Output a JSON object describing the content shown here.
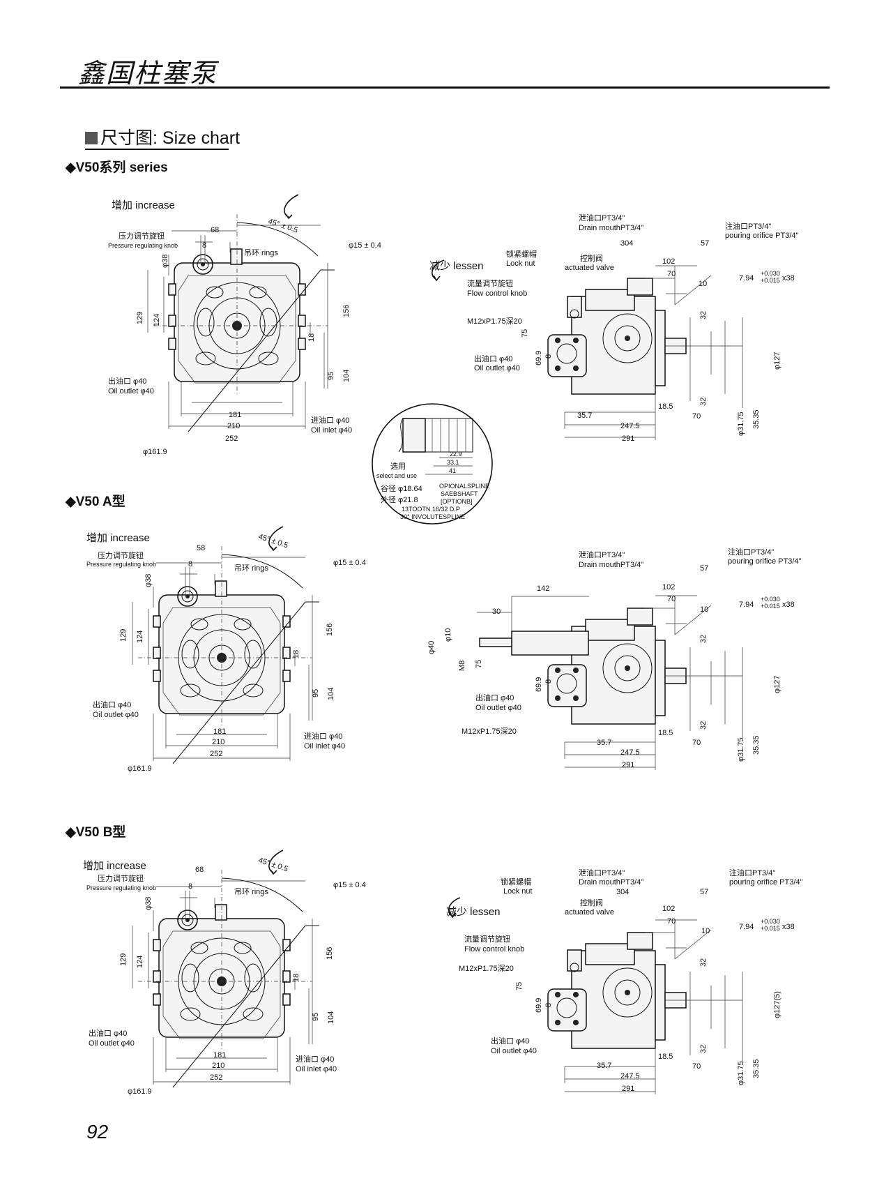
{
  "header": {
    "brand": "鑫国柱塞泵"
  },
  "section": {
    "title": "尺寸图: Size chart"
  },
  "page_number": "92",
  "blocks": [
    {
      "title": "◆V50系列 series",
      "front": {
        "increase": "增加 increase",
        "pressure_knob_cn": "压力调节旋钮",
        "pressure_knob_en": "Pressure regulating knob",
        "angle": "45° ± 0.5",
        "dim_68": "68",
        "dim_8": "8",
        "dim_38": "φ38",
        "rings": "吊环 rings",
        "shaft": "φ15 ± 0.4",
        "dim_129": "129",
        "dim_124": "124",
        "dim_156": "156",
        "dim_18": "18",
        "dim_95": "95",
        "dim_104": "104",
        "outlet_cn": "出油口 φ40",
        "outlet_en": "Oil outlet φ40",
        "inlet_cn": "进油口 φ40",
        "inlet_en": "Oil inlet φ40",
        "dim_181": "181",
        "dim_210": "210",
        "dim_252": "252",
        "dim_161": "φ161.9"
      },
      "side": {
        "drain_cn": "泄油口PT3/4\"",
        "drain_en": "Drain mouthPT3/4\"",
        "pour_cn": "注油口PT3/4\"",
        "pour_en": "pouring orifice PT3/4\"",
        "lock_cn": "锁紧螺帽",
        "lock_en": "Lock nut",
        "lessen": "减少 lessen",
        "valve_cn": "控制阀",
        "valve_en": "actuated valve",
        "flow_cn": "流量调节旋钮",
        "flow_en": "Flow control knob",
        "thread": "M12xP1.75深20",
        "outlet_cn": "出油口 φ40",
        "outlet_en": "Oil outlet φ40",
        "dim_304": "304",
        "dim_57": "57",
        "dim_102": "102",
        "dim_70": "70",
        "dim_10": "10",
        "key": "7.94",
        "key_tol_up": "+0.030",
        "key_tol_lo": "+0.015",
        "key_len": "x38",
        "dim_32a": "32",
        "dim_32b": "32",
        "dim_127": "φ127",
        "dim_75": "75",
        "dim_699": "69.9",
        "dim_8": "8",
        "dim_357": "35.7",
        "dim_2475": "247.5",
        "dim_291": "291",
        "dim_185": "18.5",
        "dim_70b": "70",
        "dim_3175": "φ31.75",
        "dim_3535": "35.35"
      }
    },
    {
      "title": "◆V50  A型",
      "front": {
        "increase": "增加 increase",
        "pressure_knob_cn": "压力调节旋钮",
        "pressure_knob_en": "Pressure regulating knob",
        "angle": "45° ± 0.5",
        "dim_68": "58",
        "dim_8": "8",
        "dim_38": "φ38",
        "rings": "吊环 rings",
        "shaft": "φ15 ± 0.4",
        "dim_129": "129",
        "dim_124": "124",
        "dim_156": "156",
        "dim_18": "18",
        "dim_95": "95",
        "dim_104": "104",
        "outlet_cn": "出油口 φ40",
        "outlet_en": "Oil outlet φ40",
        "inlet_cn": "进油口 φ40",
        "inlet_en": "Oil inlet φ40",
        "dim_181": "181",
        "dim_210": "210",
        "dim_252": "252",
        "dim_161": "φ161.9"
      },
      "side": {
        "drain_cn": "泄油口PT3/4\"",
        "drain_en": "Drain mouthPT3/4\"",
        "pour_cn": "注油口PT3/4\"",
        "pour_en": "pouring orifice PT3/4\"",
        "dim_142": "142",
        "dim_30": "30",
        "dim_40": "φ40",
        "dim_10v": "φ10",
        "dim_m8": "M8",
        "outlet_cn": "出油口 φ40",
        "outlet_en": "Oil outlet φ40",
        "thread": "M12xP1.75深20",
        "dim_57": "57",
        "dim_102": "102",
        "dim_70": "70",
        "dim_10": "10",
        "key": "7.94",
        "key_tol_up": "+0.030",
        "key_tol_lo": "+0.015",
        "key_len": "x38",
        "dim_32a": "32",
        "dim_32b": "32",
        "dim_127": "φ127",
        "dim_75": "75",
        "dim_699": "69.9",
        "dim_8": "8",
        "dim_357": "35.7",
        "dim_2475": "247.5",
        "dim_291": "291",
        "dim_185": "18.5",
        "dim_70b": "70",
        "dim_3175": "φ31.75",
        "dim_3535": "35.35"
      }
    },
    {
      "title": "◆V50  B型",
      "front": {
        "increase": "增加 increase",
        "pressure_knob_cn": "压力调节旋钮",
        "pressure_knob_en": "Pressure regulating knob",
        "angle": "45° ± 0.5",
        "dim_68": "68",
        "dim_8": "8",
        "dim_38": "φ38",
        "rings": "吊环 rings",
        "shaft": "φ15 ± 0.4",
        "dim_129": "129",
        "dim_124": "124",
        "dim_156": "156",
        "dim_18": "18",
        "dim_95": "95",
        "dim_104": "104",
        "outlet_cn": "出油口 φ40",
        "outlet_en": "Oil outlet φ40",
        "inlet_cn": "进油口 φ40",
        "inlet_en": "Oil inlet φ40",
        "dim_181": "181",
        "dim_210": "210",
        "dim_252": "252",
        "dim_161": "φ161.9"
      },
      "side": {
        "drain_cn": "泄油口PT3/4\"",
        "drain_en": "Drain mouthPT3/4\"",
        "pour_cn": "注油口PT3/4\"",
        "pour_en": "pouring orifice PT3/4\"",
        "lock_cn": "锁紧螺帽",
        "lock_en": "Lock nut",
        "lessen": "减少 lessen",
        "valve_cn": "控制阀",
        "valve_en": "actuated valve",
        "flow_cn": "流量调节旋钮",
        "flow_en": "Flow control knob",
        "thread": "M12xP1.75深20",
        "outlet_cn": "出油口 φ40",
        "outlet_en": "Oil outlet φ40",
        "dim_304": "304",
        "dim_57": "57",
        "dim_102": "102",
        "dim_70": "70",
        "dim_10": "10",
        "key": "7.94",
        "key_tol_up": "+0.030",
        "key_tol_lo": "+0.015",
        "key_len": "x38",
        "dim_32a": "32",
        "dim_32b": "32",
        "dim_127": "φ127(5)",
        "dim_75": "75",
        "dim_699": "69.9",
        "dim_8": "8",
        "dim_357": "35.7",
        "dim_2475": "247.5",
        "dim_291": "291",
        "dim_185": "18.5",
        "dim_70b": "70",
        "dim_3175": "φ31.75",
        "dim_3535": "35.35"
      }
    }
  ],
  "spline": {
    "d1": "22.9",
    "d2": "33.1",
    "d3": "41",
    "select_cn": "选用",
    "select_en": "select and use",
    "root": "谷径 φ18.64",
    "outer": "外径 φ21.8",
    "opt1": "OPIONALSPLINE",
    "opt2": "SAEBSHAFT",
    "opt3": "[OPTIONB]",
    "spec1": "13TOOTN 16/32 D.P",
    "spec2": "30° INVOLUTESPLINE"
  }
}
